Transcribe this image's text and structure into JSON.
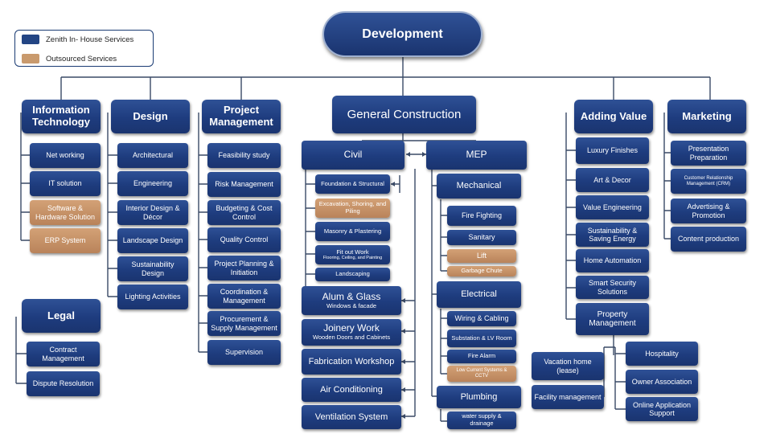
{
  "title": "Development",
  "legend": {
    "in_house": "Zenith  In- House Services",
    "outsourced": "Outsourced Services"
  },
  "colors": {
    "in_house": "#234584",
    "outsourced": "#c99a6d",
    "lines": "#3a4a66"
  },
  "it": {
    "title": "Information Technology",
    "items": [
      "Net working",
      "IT solution",
      "Software & Hardware Solution",
      "ERP System"
    ]
  },
  "design": {
    "title": "Design",
    "items": [
      "Architectural",
      "Engineering",
      "Interior Design & Décor",
      "Landscape Design",
      "Sustainability Design",
      "Lighting Activities"
    ]
  },
  "pm": {
    "title": "Project Management",
    "items": [
      "Feasibility study",
      "Risk Management",
      "Budgeting & Cost Control",
      "Quality Control",
      "Project Planning & Initiation",
      "Coordination & Management",
      "Procurement & Supply Management",
      "Supervision"
    ]
  },
  "legal": {
    "title": "Legal",
    "items": [
      "Contract Management",
      "Dispute Resolution"
    ]
  },
  "gc": {
    "title": "General Construction",
    "civil": {
      "title": "Civil",
      "items": [
        {
          "t": "Foundation & Structural",
          "s": ""
        },
        {
          "t": "Excavation, Shoring, and Piling",
          "s": ""
        },
        {
          "t": "Masonry & Plastering",
          "s": ""
        },
        {
          "t": "Fit out Work",
          "s": "Flooring, Ceiling, and Painting"
        },
        {
          "t": "Landscaping",
          "s": ""
        }
      ]
    },
    "big": [
      {
        "t": "Alum & Glass",
        "s": "Windows & facade"
      },
      {
        "t": "Joinery Work",
        "s": "Wooden Doors and Cabinets"
      },
      {
        "t": "Fabrication Workshop",
        "s": ""
      },
      {
        "t": "Air Conditioning",
        "s": ""
      },
      {
        "t": "Ventilation System",
        "s": ""
      }
    ],
    "mep": {
      "title": "MEP",
      "mechanical": {
        "title": "Mechanical",
        "items": [
          "Fire Fighting",
          "Sanitary",
          "Lift",
          "Garbage Chute"
        ]
      },
      "electrical": {
        "title": "Electrical",
        "items": [
          "Wiring & Cabling",
          "Substation & LV Room",
          "Fire Alarm",
          "Low Current Systems & CCTV"
        ]
      },
      "plumbing": {
        "title": "Plumbing",
        "items": [
          "water supply & drainage"
        ]
      }
    }
  },
  "av": {
    "title": "Adding Value",
    "items": [
      "Luxury Finishes",
      "Art & Decor",
      "Value Engineering",
      "Sustainability & Saving Energy",
      "Home Automation",
      "Smart Security Solutions",
      "Property Management"
    ],
    "pm_left": [
      "Vacation home (lease)",
      "Facility management"
    ],
    "pm_right": [
      "Hospitality",
      "Owner Association",
      "Online Application Support"
    ]
  },
  "mk": {
    "title": "Marketing",
    "items": [
      "Presentation Preparation",
      "Customer Relationship Management (CRM)",
      "Advertising & Promotion",
      "Content production"
    ]
  }
}
